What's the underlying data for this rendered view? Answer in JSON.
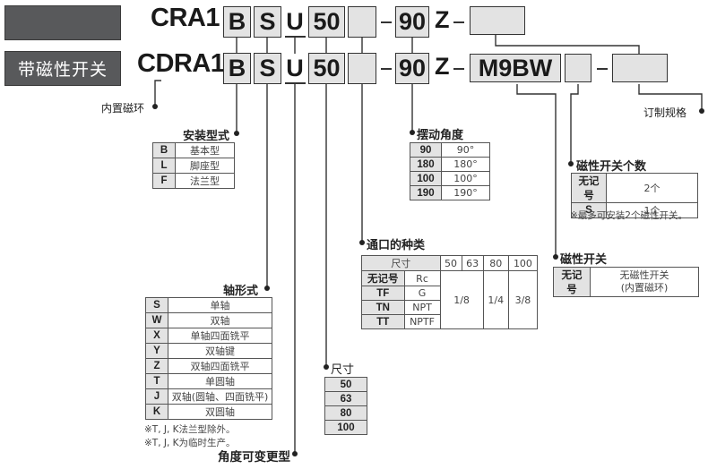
{
  "header": {
    "row1_badge": "",
    "row2_badge": "带磁性开关",
    "row1_model": "CRA1",
    "row2_model": "CDRA1",
    "row1_codes": {
      "mount": "B",
      "shaft": "S",
      "angle_adj": "U",
      "size": "50",
      "port": "",
      "angle": "90",
      "z": "Z",
      "custom": ""
    },
    "row2_codes": {
      "mount": "B",
      "shaft": "S",
      "angle_adj": "U",
      "size": "50",
      "port": "",
      "angle": "90",
      "z": "Z",
      "switch": "M9BW",
      "switch_qty": "",
      "custom": ""
    }
  },
  "labels": {
    "builtin_magnet": "内置磁环",
    "custom_spec": "订制规格",
    "mounting": "安装型式",
    "rotation_angle": "摆动角度",
    "switch_qty": "磁性开关个数",
    "port_type": "通口的种类",
    "magnetic_switch": "磁性开关",
    "shaft_type": "轴形式",
    "size": "尺寸",
    "angle_adjustable": "角度可变更型"
  },
  "mounting_table": [
    {
      "code": "B",
      "desc": "基本型"
    },
    {
      "code": "L",
      "desc": "脚座型"
    },
    {
      "code": "F",
      "desc": "法兰型"
    }
  ],
  "angle_table": [
    {
      "code": "90",
      "desc": "90°"
    },
    {
      "code": "180",
      "desc": "180°"
    },
    {
      "code": "100",
      "desc": "100°"
    },
    {
      "code": "190",
      "desc": "190°"
    }
  ],
  "switch_qty_table": [
    {
      "code": "无记号",
      "desc": "2个"
    },
    {
      "code": "S",
      "desc": "1个"
    }
  ],
  "switch_qty_note": "※最多可安装2个磁性开关。",
  "port_table": {
    "header": [
      "尺寸",
      "50",
      "63",
      "80",
      "100"
    ],
    "rows": [
      {
        "code": "无记号",
        "thread": "Rc"
      },
      {
        "code": "TF",
        "thread": "G"
      },
      {
        "code": "TN",
        "thread": "NPT"
      },
      {
        "code": "TT",
        "thread": "NPTF"
      }
    ],
    "sizes": [
      "1/8",
      "1/4",
      "3/8"
    ]
  },
  "switch_table": [
    {
      "code": "无记号",
      "desc_line1": "无磁性开关",
      "desc_line2": "(内置磁环)"
    }
  ],
  "shaft_table": [
    {
      "code": "S",
      "desc": "单轴"
    },
    {
      "code": "W",
      "desc": "双轴"
    },
    {
      "code": "X",
      "desc": "单轴四面铣平"
    },
    {
      "code": "Y",
      "desc": "双轴键"
    },
    {
      "code": "Z",
      "desc": "双轴四面铣平"
    },
    {
      "code": "T",
      "desc": "单圆轴"
    },
    {
      "code": "J",
      "desc": "双轴(圆轴、四面铣平)"
    },
    {
      "code": "K",
      "desc": "双圆轴"
    }
  ],
  "shaft_notes": [
    "※T, J, K法兰型除外。",
    "※T, J, K为临时生产。"
  ],
  "size_table": [
    "50",
    "63",
    "80",
    "100"
  ]
}
